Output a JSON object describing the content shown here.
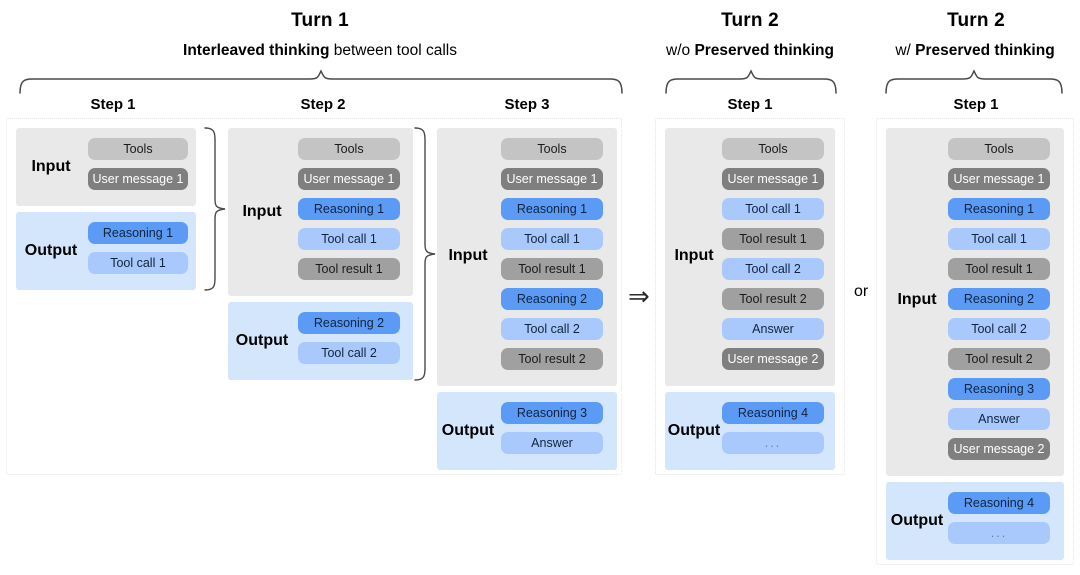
{
  "turns": [
    {
      "title": "Turn 1",
      "subtitle_bold": "Interleaved thinking",
      "subtitle_rest": " between tool calls",
      "steps": [
        {
          "label": "Step 1",
          "input_label": "Input",
          "output_label": "Output",
          "input_items": [
            "Tools",
            "User message 1"
          ],
          "output_items": [
            "Reasoning 1",
            "Tool call 1"
          ]
        },
        {
          "label": "Step 2",
          "input_label": "Input",
          "output_label": "Output",
          "input_items": [
            "Tools",
            "User message 1",
            "Reasoning 1",
            "Tool call 1",
            "Tool result 1"
          ],
          "output_items": [
            "Reasoning 2",
            "Tool call 2"
          ]
        },
        {
          "label": "Step 3",
          "input_label": "Input",
          "output_label": "Output",
          "input_items": [
            "Tools",
            "User message 1",
            "Reasoning 1",
            "Tool call 1",
            "Tool result 1",
            "Reasoning 2",
            "Tool call 2",
            "Tool result 2"
          ],
          "output_items": [
            "Reasoning 3",
            "Answer"
          ]
        }
      ]
    },
    {
      "title": "Turn 2",
      "subtitle_bold_prefix": "w/o ",
      "subtitle_bold": "Preserved thinking",
      "steps": [
        {
          "label": "Step 1",
          "input_label": "Input",
          "output_label": "Output",
          "input_items": [
            "Tools",
            "User message 1",
            "Tool call 1",
            "Tool result 1",
            "Tool call 2",
            "Tool result 2",
            "Answer",
            "User message 2"
          ],
          "output_items": [
            "Reasoning 4",
            "..."
          ]
        }
      ]
    },
    {
      "title": "Turn 2",
      "subtitle_bold_prefix": "w/ ",
      "subtitle_bold": "Preserved thinking",
      "steps": [
        {
          "label": "Step 1",
          "input_label": "Input",
          "output_label": "Output",
          "input_items": [
            "Tools",
            "User message 1",
            "Reasoning 1",
            "Tool call 1",
            "Tool result 1",
            "Reasoning 2",
            "Tool call 2",
            "Tool result 2",
            "Reasoning 3",
            "Answer",
            "User message 2"
          ],
          "output_items": [
            "Reasoning 4",
            "..."
          ]
        }
      ]
    }
  ],
  "connectors": {
    "arrow": "⇒",
    "or": "or"
  },
  "colors": {
    "tools": "#c4c4c4",
    "user_message": "#7f7f7f",
    "tool_result": "#a0a0a0",
    "reasoning": "#5b9bf5",
    "tool_call": "#a9c8fb",
    "input_panel": "#e9e9e9",
    "output_panel": "#d4e6fb"
  }
}
